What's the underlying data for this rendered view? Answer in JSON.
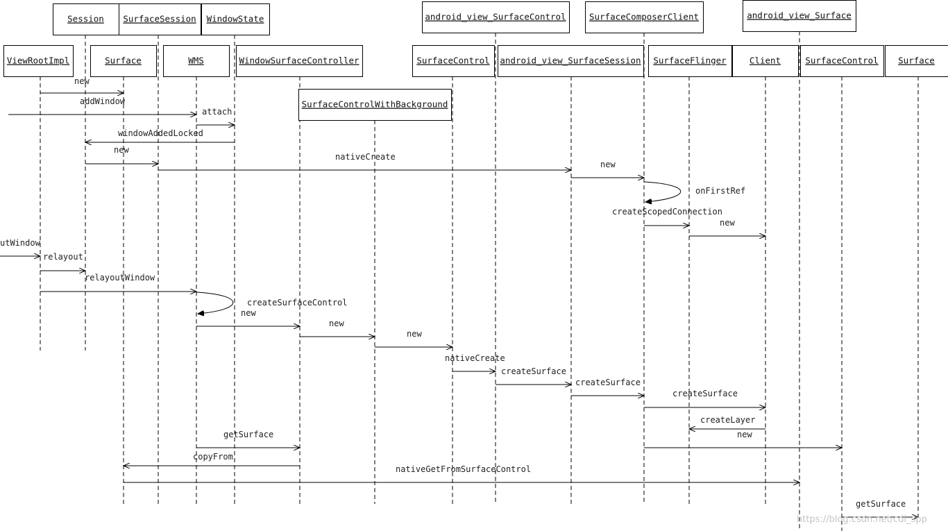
{
  "colors": {
    "line": "#000000",
    "text": "#222222",
    "watermark": "#c4c4c4",
    "background": "#ffffff"
  },
  "participants": [
    {
      "id": "ViewRootImpl",
      "label": "ViewRootImpl"
    },
    {
      "id": "Session",
      "label": "Session"
    },
    {
      "id": "Surface",
      "label": "Surface"
    },
    {
      "id": "SurfaceSession",
      "label": "SurfaceSession"
    },
    {
      "id": "WMS",
      "label": "WMS"
    },
    {
      "id": "WindowState",
      "label": "WindowState"
    },
    {
      "id": "WindowSurfaceController",
      "label": "WindowSurfaceController"
    },
    {
      "id": "SurfaceControlWithBackground",
      "label": "SurfaceControlWithBackground"
    },
    {
      "id": "SurfaceControl",
      "label": "SurfaceControl"
    },
    {
      "id": "android_view_SurfaceControl",
      "label": "android_view_SurfaceControl"
    },
    {
      "id": "android_view_SurfaceSession",
      "label": "android_view_SurfaceSession"
    },
    {
      "id": "SurfaceComposerClient",
      "label": "SurfaceComposerClient"
    },
    {
      "id": "SurfaceFlinger",
      "label": "SurfaceFlinger"
    },
    {
      "id": "Client",
      "label": "Client"
    },
    {
      "id": "android_view_Surface",
      "label": "android_view_Surface"
    },
    {
      "id": "SurfaceControl_native",
      "label": "SurfaceControl"
    },
    {
      "id": "Surface_native",
      "label": "Surface"
    }
  ],
  "messages": [
    {
      "from": "ViewRootImpl",
      "to": "Surface",
      "label": "new"
    },
    {
      "from": "",
      "to": "WMS",
      "label": "addWindow"
    },
    {
      "from": "WMS",
      "to": "WindowState",
      "label": "attach"
    },
    {
      "from": "WindowState",
      "to": "Session",
      "label": "windowAddedLocked"
    },
    {
      "from": "Session",
      "to": "SurfaceSession",
      "label": "new"
    },
    {
      "from": "SurfaceSession",
      "to": "android_view_SurfaceSession",
      "label": "nativeCreate"
    },
    {
      "from": "android_view_SurfaceSession",
      "to": "SurfaceComposerClient",
      "label": "new"
    },
    {
      "from": "SurfaceComposerClient",
      "to": "SurfaceComposerClient",
      "label": "onFirstRef"
    },
    {
      "from": "SurfaceComposerClient",
      "to": "SurfaceFlinger",
      "label": "createScopedConnection"
    },
    {
      "from": "SurfaceFlinger",
      "to": "Client",
      "label": "new"
    },
    {
      "from": "",
      "to": "ViewRootImpl",
      "label": "utWindow"
    },
    {
      "from": "ViewRootImpl",
      "to": "Session",
      "label": "relayout"
    },
    {
      "from": "ViewRootImpl",
      "to": "WMS",
      "label": "relayoutWindow"
    },
    {
      "from": "WMS",
      "to": "WMS",
      "label": "createSurfaceControl"
    },
    {
      "from": "WMS",
      "to": "WindowSurfaceController",
      "label": "new"
    },
    {
      "from": "WindowSurfaceController",
      "to": "SurfaceControlWithBackground",
      "label": "new"
    },
    {
      "from": "SurfaceControlWithBackground",
      "to": "SurfaceControl",
      "label": "new"
    },
    {
      "from": "SurfaceControl",
      "to": "android_view_SurfaceControl",
      "label": "nativeCreate"
    },
    {
      "from": "android_view_SurfaceControl",
      "to": "android_view_SurfaceSession",
      "label": "createSurface"
    },
    {
      "from": "android_view_SurfaceSession",
      "to": "SurfaceComposerClient",
      "label": "createSurface"
    },
    {
      "from": "SurfaceComposerClient",
      "to": "Client",
      "label": "createSurface"
    },
    {
      "from": "Client",
      "to": "SurfaceFlinger",
      "label": "createLayer"
    },
    {
      "from": "SurfaceComposerClient",
      "to": "SurfaceControl_native",
      "label": "new"
    },
    {
      "from": "WMS",
      "to": "WindowSurfaceController",
      "label": "getSurface"
    },
    {
      "from": "WindowSurfaceController",
      "to": "Surface",
      "label": "copyFrom"
    },
    {
      "from": "Surface",
      "to": "android_view_Surface",
      "label": "nativeGetFromSurfaceControl"
    },
    {
      "from": "SurfaceControl_native",
      "to": "Surface_native",
      "label": "getSurface"
    }
  ],
  "watermark": "https://blog.csdn.net/cdl_spp"
}
